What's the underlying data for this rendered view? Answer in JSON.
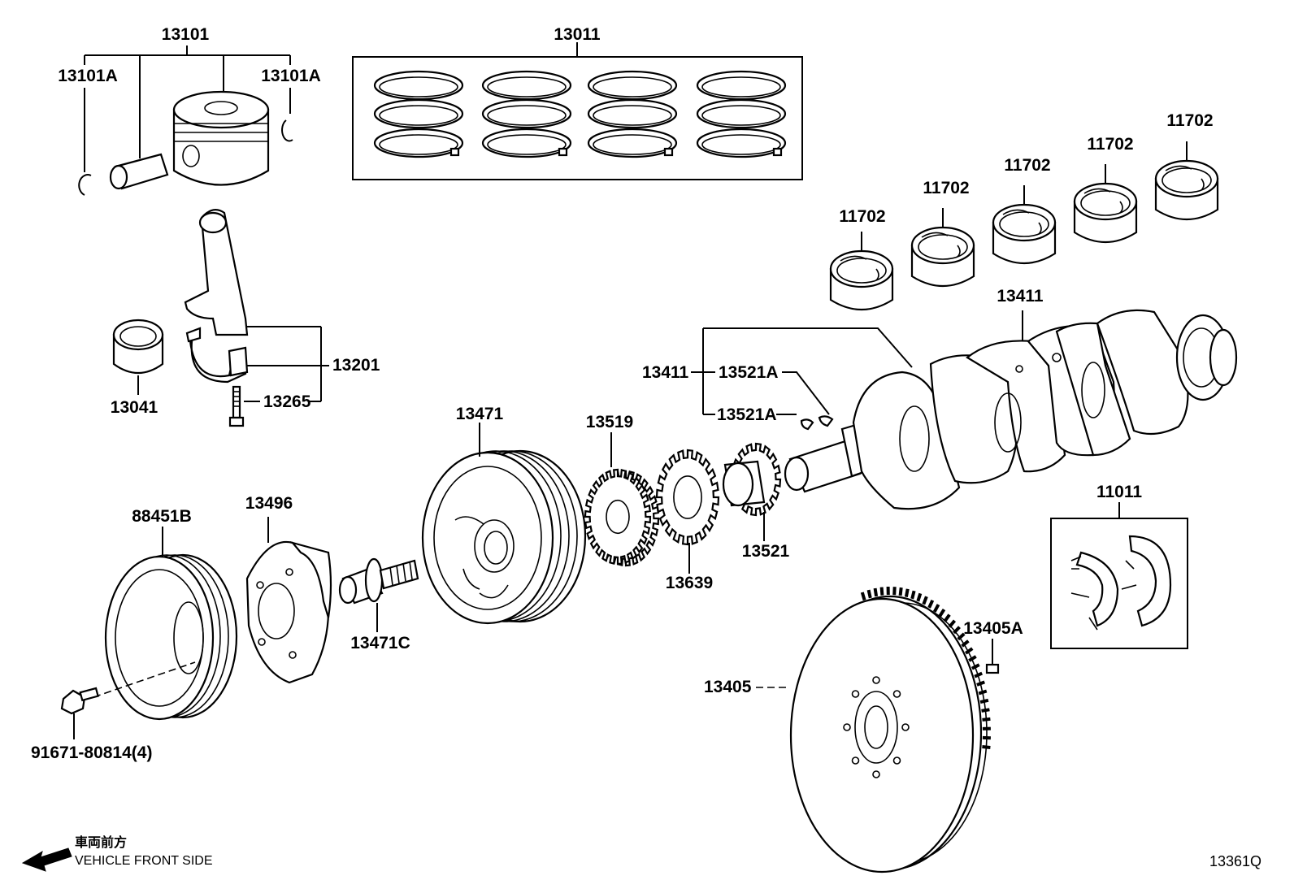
{
  "diagram": {
    "part_labels": {
      "p13101": "13101",
      "p13101A_left": "13101A",
      "p13101A_right": "13101A",
      "p13011": "13011",
      "p11702_1": "11702",
      "p11702_2": "11702",
      "p11702_3": "11702",
      "p11702_4": "11702",
      "p11702_5": "11702",
      "p13411_top": "13411",
      "p13411_left": "13411",
      "p13521A_upper": "13521A",
      "p13521A_lower": "13521A",
      "p13201": "13201",
      "p13265": "13265",
      "p13041": "13041",
      "p13471": "13471",
      "p13519": "13519",
      "p13639": "13639",
      "p13521": "13521",
      "p11011": "11011",
      "p88451B": "88451B",
      "p13496": "13496",
      "p13471C": "13471C",
      "p13405A": "13405A",
      "p13405": "13405",
      "p91671": "91671-80814(4)"
    },
    "front_side_jp": "車両前方",
    "front_side_en": "VEHICLE FRONT SIDE",
    "diagram_code": "13361Q"
  }
}
